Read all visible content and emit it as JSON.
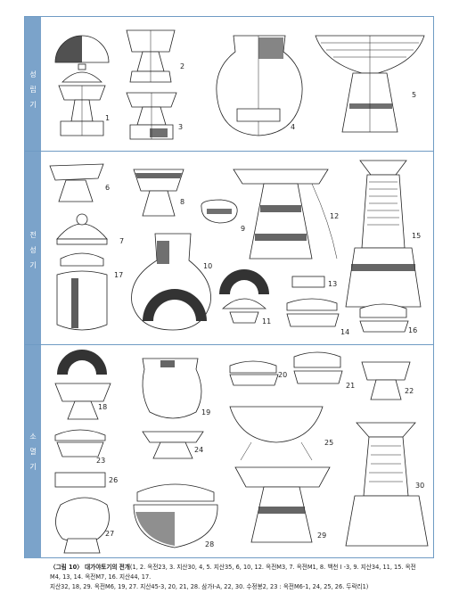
{
  "sections": [
    {
      "id": "formation",
      "label": [
        "성",
        "립",
        "기"
      ]
    },
    {
      "id": "spread",
      "label": [
        "전",
        "성",
        "기"
      ]
    },
    {
      "id": "decline",
      "label": [
        "소",
        "멸",
        "기"
      ]
    }
  ],
  "items": [
    "1",
    "2",
    "3",
    "4",
    "5",
    "6",
    "7",
    "8",
    "9",
    "10",
    "11",
    "12",
    "13",
    "14",
    "15",
    "16",
    "17",
    "18",
    "19",
    "20",
    "21",
    "22",
    "23",
    "24",
    "25",
    "26",
    "27",
    "28",
    "29",
    "30"
  ],
  "caption": {
    "title": "〈그림 10〉 대가야토기의 전개",
    "line1": "(1, 2. 옥전23, 3. 지산30, 4, 5. 지산35, 6, 10, 12. 옥전M3, 7. 옥전M1, 8. 백천 I -3, 9. 지산34, 11, 15. 옥전M4, 13, 14. 옥전M7, 16. 지산44, 17.",
    "line2": "지산32, 18, 29. 옥전M6, 19, 27. 지산45-3, 20, 21, 28. 삼가I-A, 22, 30. 수정봉2, 23 : 옥전M6-1, 24, 25, 26. 두락리1)"
  }
}
